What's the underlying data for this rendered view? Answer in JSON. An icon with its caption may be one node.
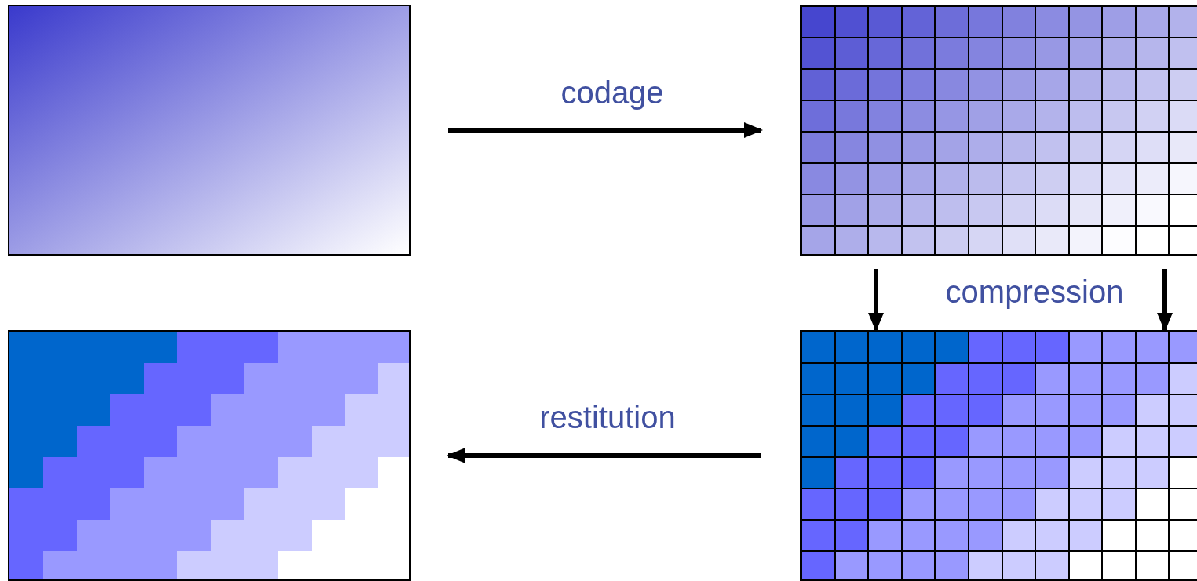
{
  "diagram": {
    "nodes": [
      {
        "text": [],
        "shape": "box"
      },
      {
        "text": [],
        "shape": "grid"
      },
      {
        "text": [],
        "shape": "box"
      },
      {
        "text": [],
        "shape": "grid"
      }
    ],
    "edges": [
      {
        "from": 0,
        "to": 1,
        "arrow": "to",
        "label": "codage"
      },
      {
        "from": 1,
        "to": 3,
        "arrow": "to"
      },
      {
        "from": 1,
        "to": 3,
        "arrow": "to",
        "label": "compression"
      },
      {
        "from": 3,
        "to": 2,
        "arrow": "to",
        "label": "restitution"
      }
    ]
  }
}
